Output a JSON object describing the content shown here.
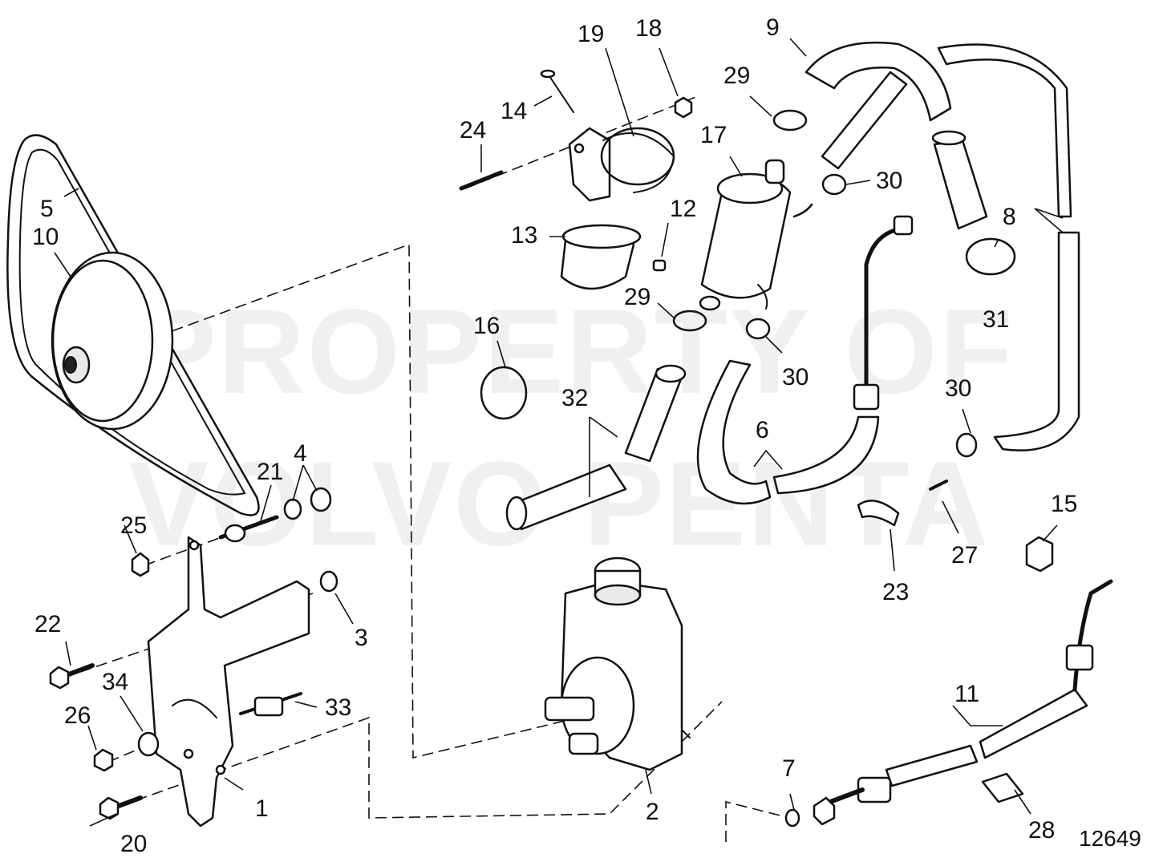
{
  "watermark": {
    "line1": "PROPERTY OF",
    "line2": "VOLVO PENTA"
  },
  "figure_number": "12649",
  "callouts": {
    "c1": "1",
    "c2": "2",
    "c3": "3",
    "c4": "4",
    "c5": "5",
    "c6": "6",
    "c7": "7",
    "c8": "8",
    "c9": "9",
    "c10": "10",
    "c11": "11",
    "c12": "12",
    "c13": "13",
    "c14": "14",
    "c15": "15",
    "c16": "16",
    "c17": "17",
    "c18": "18",
    "c19": "19",
    "c20": "20",
    "c21": "21",
    "c22": "22",
    "c23": "23",
    "c24": "24",
    "c25": "25",
    "c26": "26",
    "c27": "27",
    "c28": "28",
    "c29a": "29",
    "c29b": "29",
    "c30a": "30",
    "c30b": "30",
    "c30c": "30",
    "c31": "31",
    "c32": "32",
    "c33": "33",
    "c34": "34"
  }
}
